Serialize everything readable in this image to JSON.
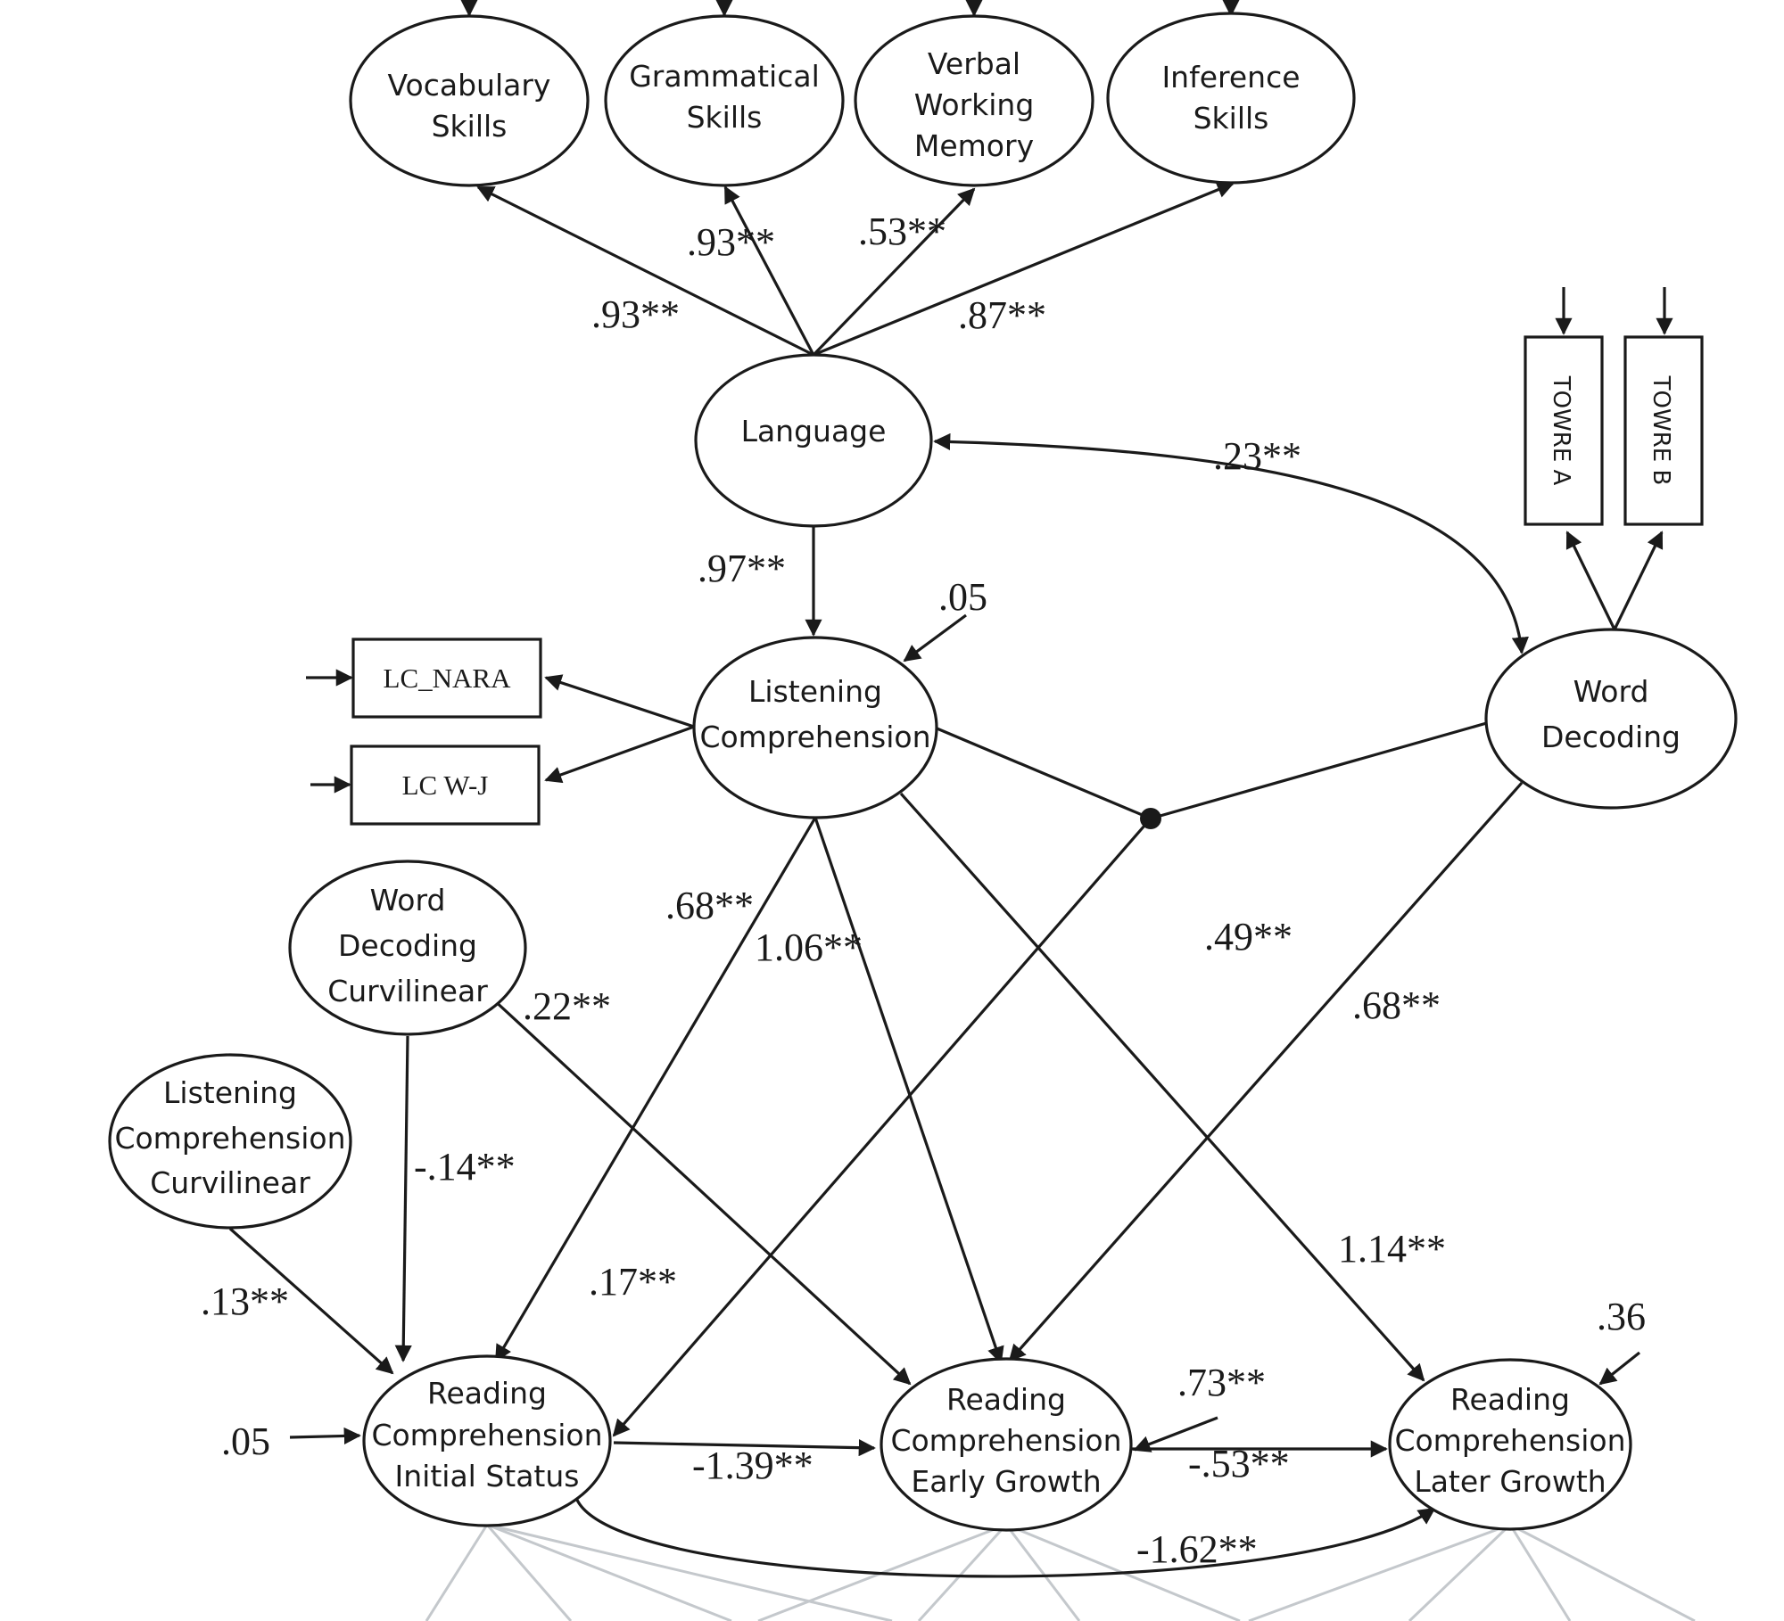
{
  "nodes": {
    "vocab": [
      "Vocabulary",
      "Skills"
    ],
    "gram": [
      "Grammatical",
      "Skills"
    ],
    "vwm": [
      "Verbal",
      "Working",
      "Memory"
    ],
    "infer": [
      "Inference",
      "Skills"
    ],
    "lang": [
      "Language"
    ],
    "lc": [
      "Listening",
      "Comprehension"
    ],
    "wd": [
      "Word",
      "Decoding"
    ],
    "wdc": [
      "Word",
      "Decoding",
      "Curvilinear"
    ],
    "lcc": [
      "Listening",
      "Comprehension",
      "Curvilinear"
    ],
    "rci": [
      "Reading",
      "Comprehension",
      "Initial Status"
    ],
    "rce": [
      "Reading",
      "Comprehension",
      "Early Growth"
    ],
    "rcl": [
      "Reading",
      "Comprehension",
      "Later Growth"
    ]
  },
  "boxes": {
    "lc_nara": "LC_NARA",
    "lc_wj": "LC W-J",
    "towre_a": "TOWRE A",
    "towre_b": "TOWRE B"
  },
  "coefficients": {
    "lang_vocab": ".93**",
    "lang_gram": ".93**",
    "lang_vwm": ".53**",
    "lang_infer": ".87**",
    "lang_wd": ".23**",
    "lang_lc": ".97**",
    "lc_resid": ".05",
    "lc_rci": ".68**",
    "lc_rce": "1.06**",
    "wd_rce": ".49**",
    "wd_rcl": ".68**",
    "wdc_rce": ".22**",
    "wdc_rci": "-.14**",
    "lcc_rci": ".13**",
    "interaction_rci": ".17**",
    "lc_rcl": "1.14**",
    "rcl_resid": ".36",
    "rce_resid": ".73**",
    "rci_resid": ".05",
    "rci_rce": "-1.39**",
    "rce_rcl": "-.53**",
    "rci_rcl": "-1.62**"
  }
}
